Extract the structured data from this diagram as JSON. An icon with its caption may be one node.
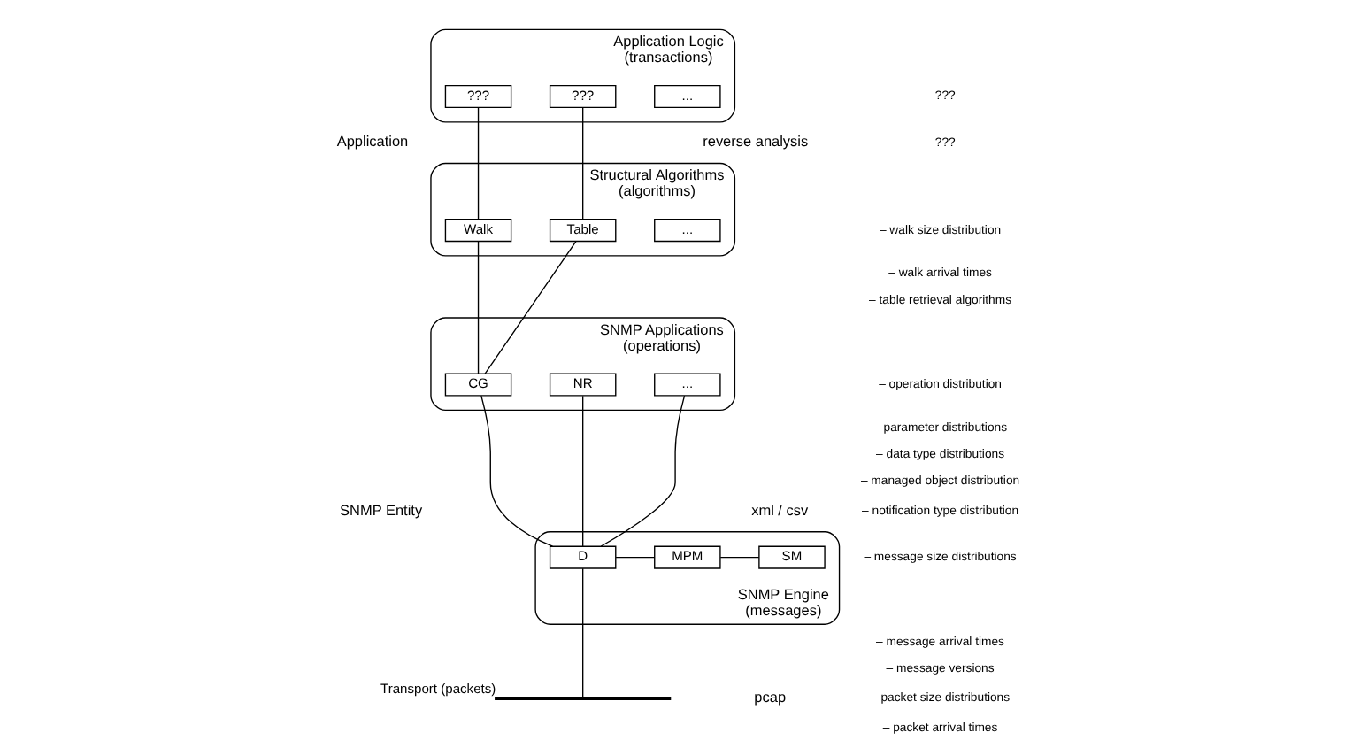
{
  "diagram": {
    "nodes": [
      {
        "text": [
          "Application Logic",
          "(transactions)"
        ]
      },
      {
        "text": [
          "???"
        ],
        "in": 0
      },
      {
        "text": [
          "???"
        ],
        "in": 0
      },
      {
        "text": [
          "..."
        ],
        "in": 0
      },
      {
        "text": [
          "Structural Algorithms",
          "(algorithms)"
        ]
      },
      {
        "text": [
          "Walk"
        ],
        "in": 4
      },
      {
        "text": [
          "Table"
        ],
        "in": 4
      },
      {
        "text": [
          "..."
        ],
        "in": 4
      },
      {
        "text": [
          "SNMP Applications",
          "(operations)"
        ]
      },
      {
        "text": [
          "CG"
        ],
        "in": 8
      },
      {
        "text": [
          "NR"
        ],
        "in": 8
      },
      {
        "text": [
          "..."
        ],
        "in": 8
      },
      {
        "text": [
          "SNMP Engine",
          "(messages)"
        ]
      },
      {
        "text": [
          "D"
        ],
        "in": 12
      },
      {
        "text": [
          "MPM"
        ],
        "in": 12
      },
      {
        "text": [
          "SM"
        ],
        "in": 12
      },
      {
        "text": [],
        "shape": "bar",
        "beside": [
          "Transport",
          "(packets)"
        ]
      }
    ],
    "edges": [
      {
        "from": 1,
        "to": 5,
        "arrow": "none"
      },
      {
        "from": 2,
        "to": 6,
        "arrow": "none"
      },
      {
        "from": 5,
        "to": 9,
        "arrow": "none"
      },
      {
        "from": 6,
        "to": 9,
        "arrow": "none"
      },
      {
        "from": 9,
        "to": 13,
        "arrow": "none"
      },
      {
        "from": 10,
        "to": 13,
        "arrow": "none"
      },
      {
        "from": 11,
        "to": 13,
        "arrow": "none"
      },
      {
        "from": 13,
        "to": 14,
        "arrow": "none"
      },
      {
        "from": 14,
        "to": 15,
        "arrow": "none"
      },
      {
        "from": 13,
        "to": 16,
        "arrow": "none"
      }
    ],
    "labels": [
      "Application",
      "SNMP Entity",
      "reverse analysis",
      "– ???",
      "– ???",
      "– walk size distribution",
      "– walk arrival times",
      "– table retrieval algorithms",
      "xml / csv",
      "– operation distribution",
      "– parameter distributions",
      "– data type distributions",
      "– managed object distribution",
      "– notification type distribution",
      "– message size distributions",
      "– message arrival times",
      "– message versions",
      "pcap",
      "– packet size distributions",
      "– packet arrival times"
    ]
  }
}
